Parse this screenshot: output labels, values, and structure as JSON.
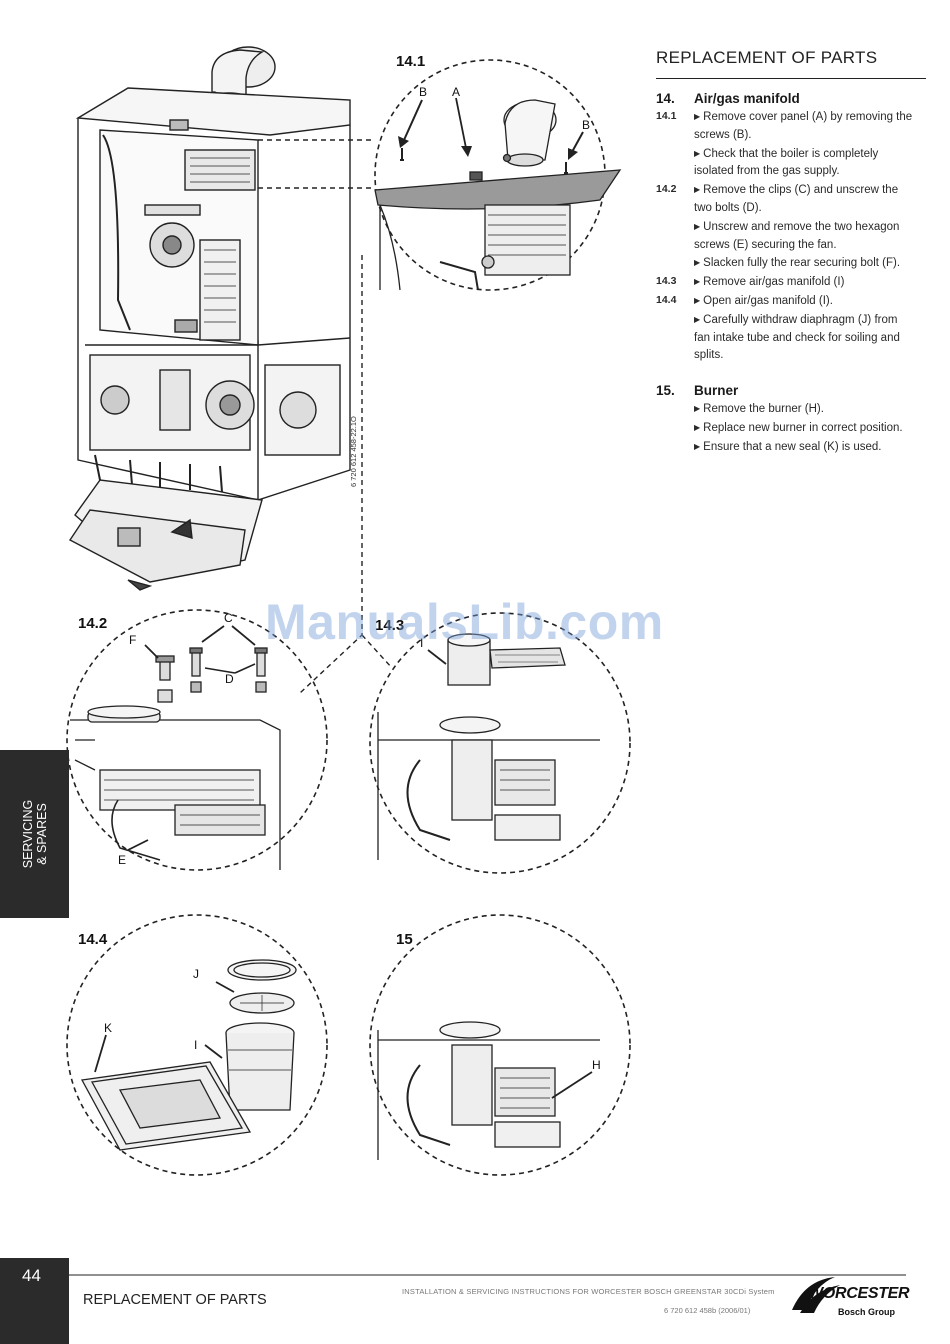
{
  "header": {
    "title": "REPLACEMENT OF PARTS"
  },
  "sections": [
    {
      "number": "14.",
      "title": "Air/gas manifold",
      "steps": [
        {
          "num": "14.1",
          "bullet": true,
          "text": "Remove cover panel (A) by removing the screws (B)."
        },
        {
          "num": "",
          "bullet": true,
          "text": "Check that the boiler is completely isolated from the gas supply."
        },
        {
          "num": "14.2",
          "bullet": true,
          "text": "Remove the clips (C) and unscrew the two bolts (D)."
        },
        {
          "num": "",
          "bullet": true,
          "text": "Unscrew and remove the two hexagon screws (E) securing the fan."
        },
        {
          "num": "",
          "bullet": true,
          "text": "Slacken fully the rear securing bolt (F)."
        },
        {
          "num": "14.3",
          "bullet": true,
          "text": "Remove air/gas manifold (I)"
        },
        {
          "num": "14.4",
          "bullet": true,
          "text": "Open air/gas manifold (I)."
        },
        {
          "num": "",
          "bullet": true,
          "text": "Carefully withdraw diaphragm (J) from fan intake tube and check for soiling and splits."
        }
      ]
    },
    {
      "number": "15.",
      "title": "Burner",
      "steps": [
        {
          "num": "",
          "bullet": true,
          "text": "Remove the burner (H)."
        },
        {
          "num": "",
          "bullet": true,
          "text": "Replace new burner in correct position."
        },
        {
          "num": "",
          "bullet": true,
          "text": "Ensure that a new seal (K) is used."
        }
      ]
    }
  ],
  "figures": {
    "fig_14_1": {
      "number": "14.1",
      "labels": [
        "A",
        "B",
        "B"
      ]
    },
    "fig_14_2": {
      "number": "14.2",
      "labels": [
        "C",
        "F",
        "D",
        "E"
      ]
    },
    "fig_14_3": {
      "number": "14.3",
      "labels": [
        "I"
      ]
    },
    "fig_14_4": {
      "number": "14.4",
      "labels": [
        "J",
        "K",
        "I"
      ]
    },
    "fig_15": {
      "number": "15",
      "labels": [
        "H"
      ]
    },
    "main_drawing_code": "6 720 612 458-22.1O"
  },
  "side_tab": {
    "line1": "SERVICING",
    "line2": "& SPARES"
  },
  "watermark": "ManualsLib.com",
  "footer": {
    "page_number": "44",
    "title": "REPLACEMENT OF PARTS",
    "document": "INSTALLATION & SERVICING INSTRUCTIONS FOR WORCESTER BOSCH GREENSTAR 30CDi System",
    "code": "6 720 612 458b (2006/01)",
    "brand": "WORCESTER",
    "brand_sub": "Bosch Group"
  }
}
